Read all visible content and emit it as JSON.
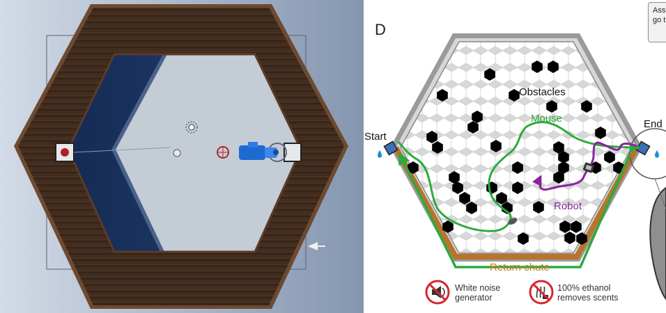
{
  "panel_letter": "D",
  "labels": {
    "start": "Start",
    "end": "End",
    "obstacles": "Obstacles",
    "mouse": "Mouse",
    "robot": "Robot",
    "return_chute": "Return chute"
  },
  "legend": [
    {
      "text_line1": "White noise",
      "text_line2": "generator",
      "icon": "speaker-prohibited-icon"
    },
    {
      "text_line1": "100% ethanol",
      "text_line2": "removes scents",
      "icon": "scent-prohibited-icon"
    }
  ],
  "side_note": {
    "line1": "Ass",
    "line2": "go t"
  },
  "colors": {
    "mouse_path": "#2eaa3c",
    "robot_path": "#8a22a0",
    "chute": "#c8781e",
    "water": "#1e8fd8",
    "wall_wood": "#3f2a1c",
    "floor_blue": "#1d3766",
    "prohibit_red": "#d8262c"
  }
}
